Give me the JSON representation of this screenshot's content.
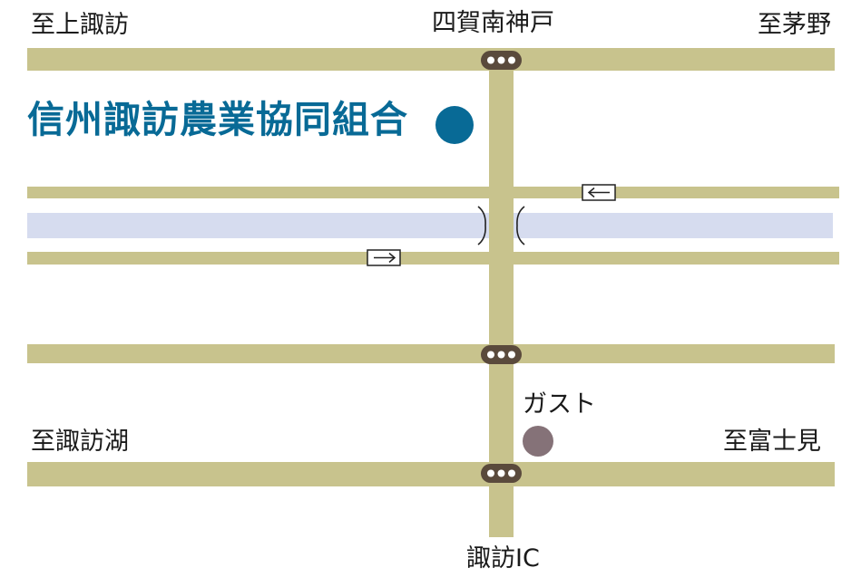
{
  "map": {
    "title": "信州諏訪農業協同組合",
    "labels": {
      "top_left": "至上諏訪",
      "top_center": "四賀南神戸",
      "top_right": "至茅野",
      "mid_left": "至諏訪湖",
      "mid_right": "至富士見",
      "bottom_center": "諏訪IC",
      "landmark_gusto": "ガスト"
    },
    "colors": {
      "road": "#c8c38d",
      "river": "#d6dcef",
      "jaco_marker": "#086a96",
      "gusto_marker": "#857278",
      "signal_body": "#5a4a3c",
      "signal_lamp": "#ffffff",
      "title_text": "#086a96"
    },
    "icons": {
      "jaco_marker": "filled-circle-icon",
      "gusto_marker": "filled-circle-icon",
      "traffic_signal": "traffic-signal-icon",
      "one_way_left": "arrow-left-icon",
      "one_way_right": "arrow-right-icon",
      "bridge": "bridge-icon"
    }
  }
}
